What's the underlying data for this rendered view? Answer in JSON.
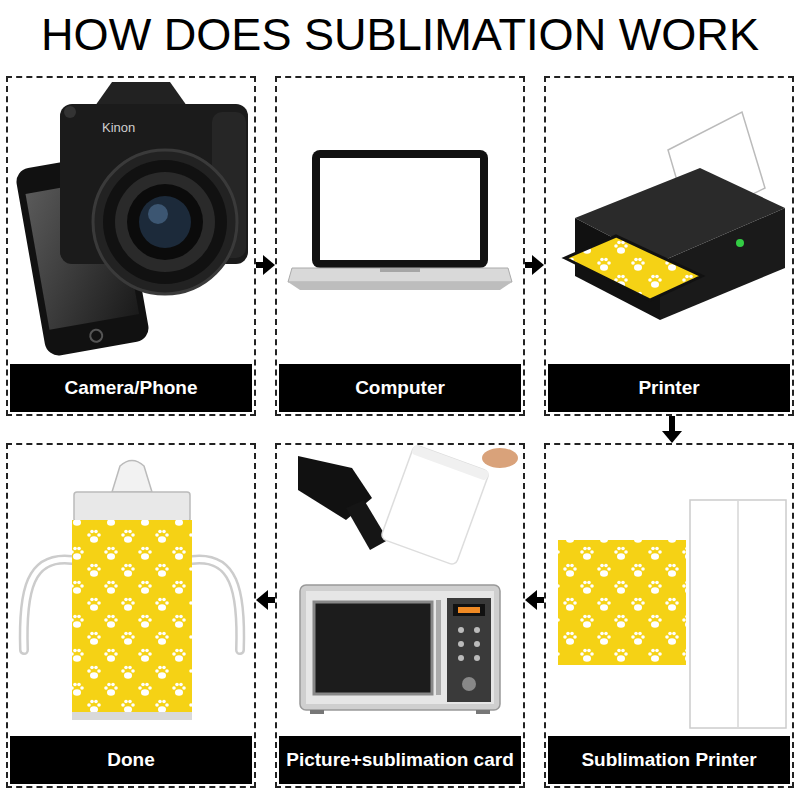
{
  "diagram": {
    "title": "HOW DOES SUBLIMATION WORK",
    "nodes": [
      {
        "text": [
          "Camera/Phone"
        ]
      },
      {
        "text": [
          "Computer"
        ]
      },
      {
        "text": [
          "Printer"
        ]
      },
      {
        "text": [
          "Sublimation Printer"
        ]
      },
      {
        "text": [
          "Picture+sublimation card"
        ]
      },
      {
        "text": [
          "Done"
        ]
      }
    ],
    "edges": [
      {
        "from": 0,
        "to": 1,
        "arrow": "to"
      },
      {
        "from": 1,
        "to": 2,
        "arrow": "to"
      },
      {
        "from": 2,
        "to": 3,
        "arrow": "to"
      },
      {
        "from": 3,
        "to": 4,
        "arrow": "to"
      },
      {
        "from": 4,
        "to": 5,
        "arrow": "to"
      }
    ],
    "labels": [
      "Kinon"
    ]
  }
}
